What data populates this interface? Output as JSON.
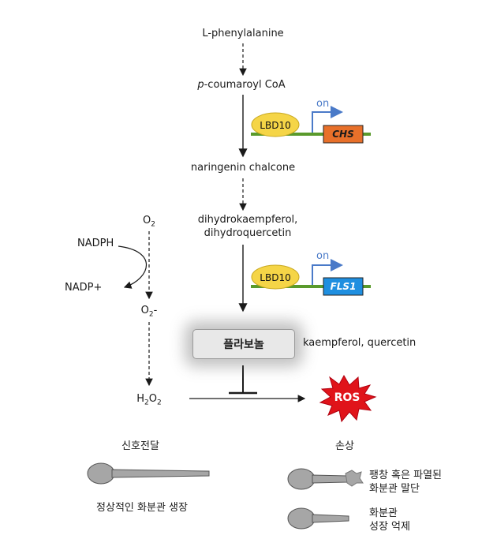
{
  "pathway": {
    "phe": "L-phenylalanine",
    "coumaroyl_prefix": "p",
    "coumaroyl_rest": "-coumaroyl CoA",
    "chalcone": "naringenin chalcone",
    "dihydro_line1": "dihydrokaempferol,",
    "dihydro_line2": "dihydroquercetin",
    "flavonol": "플라보놀",
    "flavonol_examples": "kaempferol, quercetin"
  },
  "regulation": [
    {
      "factor": "LBD10",
      "gene": "CHS",
      "status": "on",
      "gene_color": "#e8702a"
    },
    {
      "factor": "LBD10",
      "gene": "FLS1",
      "status": "on",
      "gene_color": "#1f8fe0"
    }
  ],
  "redox": {
    "o2": "O",
    "o2_sub": "2",
    "superoxide": "O",
    "superoxide_sub": "2",
    "superoxide_sup": "-",
    "h2o2_h": "H",
    "h2o2_sub1": "2",
    "h2o2_o": "O",
    "h2o2_sub2": "2",
    "nadph": "NADPH",
    "nadp": "NADP+"
  },
  "ros": "ROS",
  "outcomes": {
    "left_label": "신호전달",
    "left_caption": "정상적인 화분관 생장",
    "right_label": "손상",
    "right_caption1": "팽창 혹은 파열된\n화분관 말단",
    "right_caption2": "화분관\n성장 억제"
  },
  "colors": {
    "dna_line": "#5a9a2c",
    "arrow_on": "#4a7ac8",
    "lbd_fill": "#f5d547",
    "ros_fill": "#e0141a",
    "tube": "#a6a6a6"
  }
}
